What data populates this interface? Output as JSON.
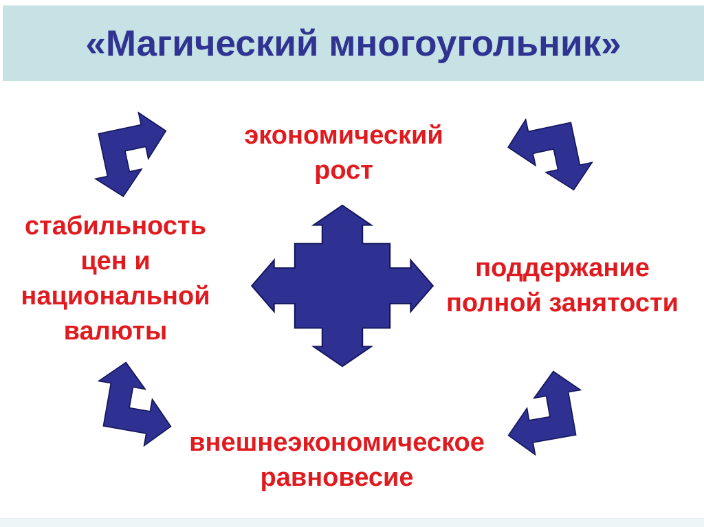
{
  "slide_title": "«Магический многоугольник»",
  "labels": {
    "economic_growth": {
      "line1": "экономический",
      "line2": "рост"
    },
    "price_stability": {
      "line1": "стабильность",
      "line2": "цен и",
      "line3": "национальной",
      "line4": "валюты"
    },
    "full_employment": {
      "line1": "поддержание",
      "line2": "полной занятости"
    },
    "external_balance": {
      "line1": "внешнеэкономическое",
      "line2": "равновесие"
    }
  },
  "icons": {
    "center": "four-way-arrows-icon",
    "top_left": "bent-double-arrow-icon",
    "top_right": "bent-double-arrow-icon",
    "bottom_left": "bent-double-arrow-icon",
    "bottom_right": "bent-double-arrow-icon"
  },
  "colors": {
    "header_background": "#c7e2e4",
    "title_text": "#2f3492",
    "label_text": "#e01b20",
    "arrow_fill": "#2e3192",
    "arrow_outline": "#14175c",
    "page_background": "#ffffff",
    "footer_strip": "#eef5f6"
  }
}
